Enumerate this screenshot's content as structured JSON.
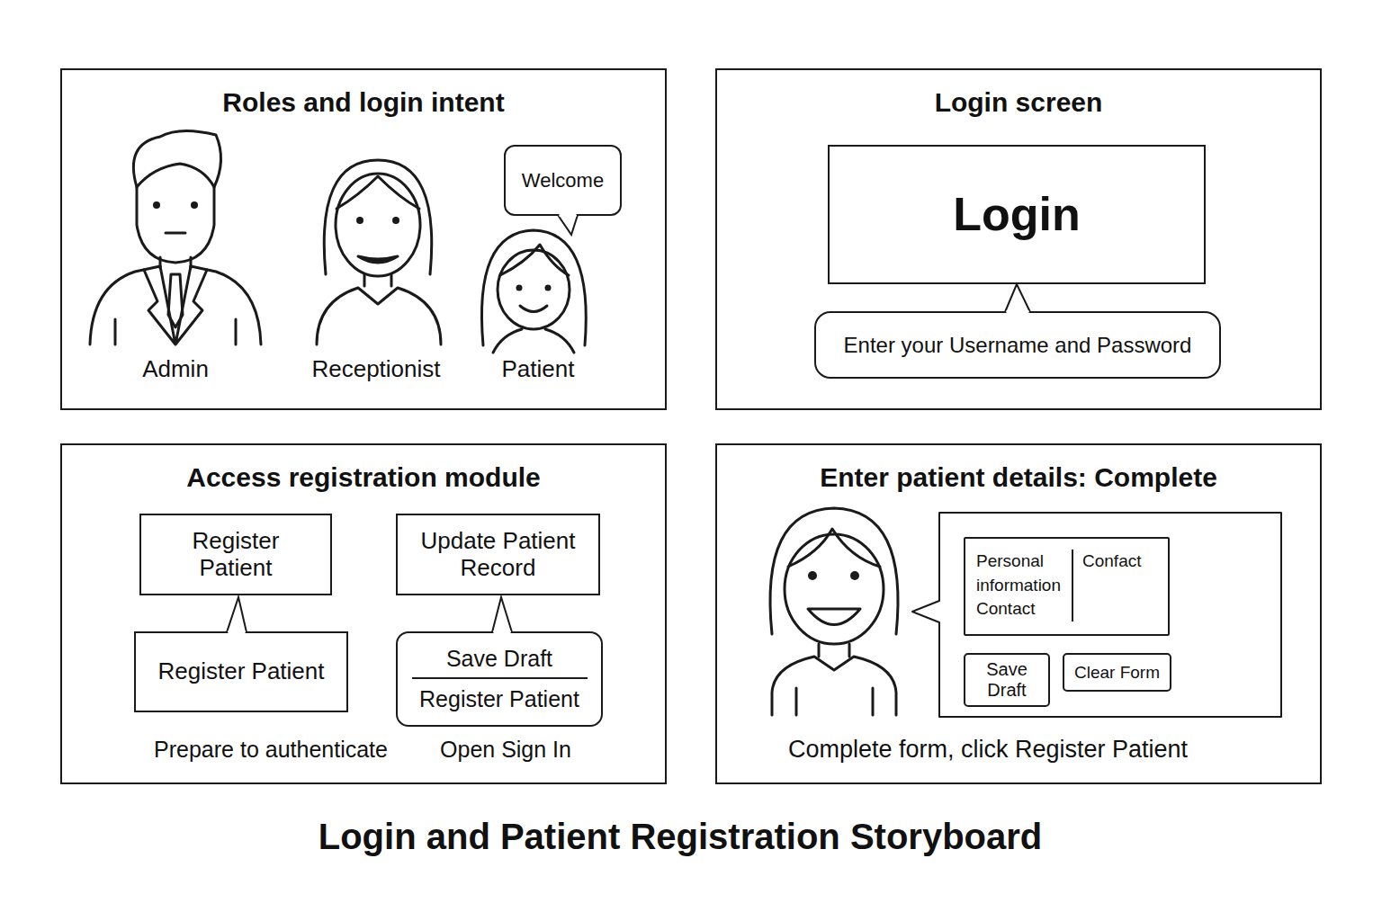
{
  "diagram": {
    "title": "Login and Patient Registration Storyboard",
    "nodes": [
      {
        "text": [
          "Roles and login intent"
        ]
      },
      {
        "text": [
          "Welcome"
        ],
        "in": 0
      },
      {
        "text": [
          "Login screen"
        ]
      },
      {
        "text": [
          "Login"
        ],
        "in": 2
      },
      {
        "text": [
          "Enter your Username and Password"
        ],
        "in": 2
      },
      {
        "text": [
          "Access registration module"
        ]
      },
      {
        "text": [
          "Register Patient"
        ],
        "in": 5
      },
      {
        "text": [
          "Register Patient"
        ],
        "in": 5
      },
      {
        "text": [
          "Update Patient Record"
        ],
        "in": 5
      },
      {
        "text": [
          "Save Draft",
          "Register Patient"
        ],
        "in": 5
      },
      {
        "text": [
          "Enter patient details: Complete"
        ]
      },
      {
        "text": [
          "Personal information Contact",
          "Confact"
        ],
        "in": 10
      },
      {
        "text": [
          "Save Draft"
        ],
        "in": 10
      },
      {
        "text": [
          "Clear Form"
        ],
        "in": 10
      }
    ],
    "labels": [
      "Admin",
      "Receptionist",
      "Patient",
      "Prepare to authenticate",
      "Open Sign In",
      "Complete form, click Register Patient"
    ]
  }
}
